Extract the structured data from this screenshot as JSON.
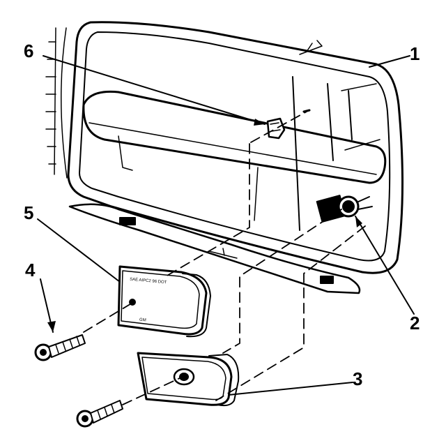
{
  "callouts": [
    {
      "id": "c1",
      "label": "1"
    },
    {
      "id": "c2",
      "label": "2"
    },
    {
      "id": "c3",
      "label": "3"
    },
    {
      "id": "c4",
      "label": "4"
    },
    {
      "id": "c5",
      "label": "5"
    },
    {
      "id": "c6",
      "label": "6"
    }
  ],
  "lens_text": {
    "upper_line1": "SAE AIPC2 96 DOT",
    "upper_line2": "GM"
  }
}
